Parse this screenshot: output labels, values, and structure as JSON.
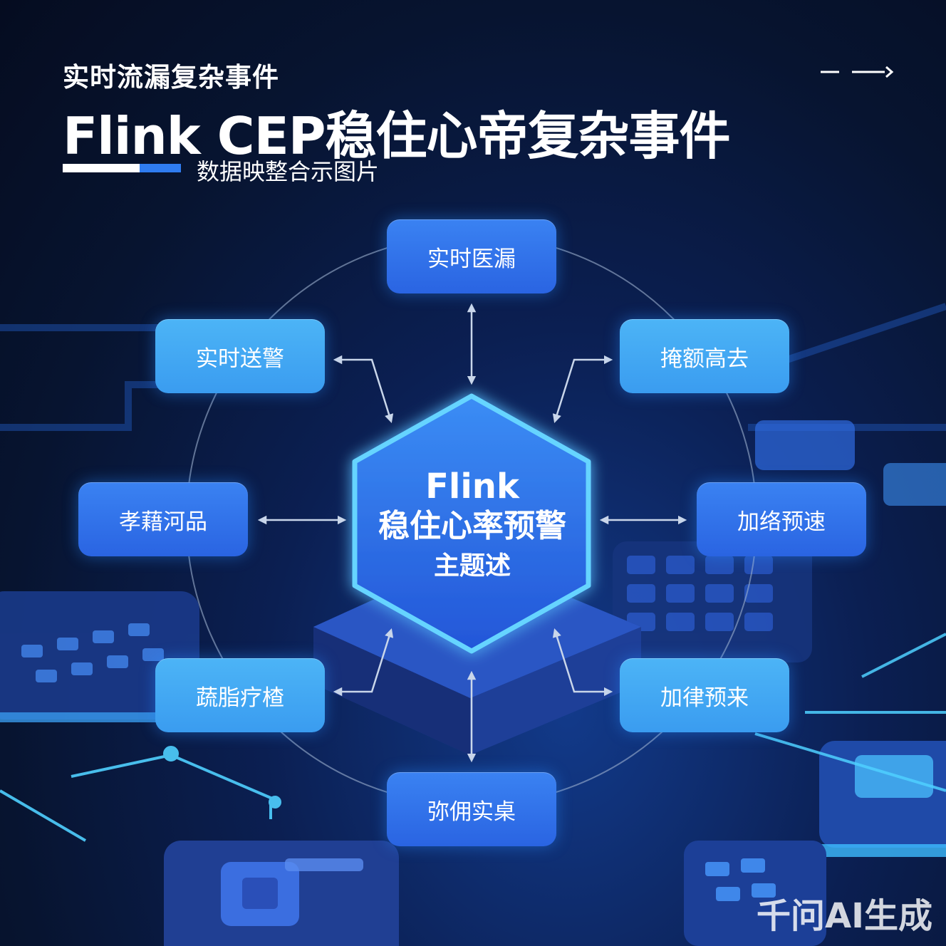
{
  "header": {
    "top_line": "实时流漏复杂事件",
    "title": "Flink CEP稳住心帝复杂事件",
    "caption": "数据映整合示图片"
  },
  "hub": {
    "line1": "Flink",
    "line2": "稳住心率预警",
    "line3": "主题述"
  },
  "nodes": {
    "top": "实时医漏",
    "upper_left": "实时送警",
    "upper_right": "掩额高去",
    "left": "孝藉河品",
    "right": "加络预速",
    "lower_left": "蔬脂疗楂",
    "lower_right": "加律预来",
    "bottom": "弥佣实桌"
  },
  "watermark": "千问AI生成",
  "colors": {
    "accent_blue": "#2f7cf0",
    "node_deep": "#2f6fe8",
    "node_light": "#43a8f3",
    "hub_glow": "#5cc8ff"
  }
}
